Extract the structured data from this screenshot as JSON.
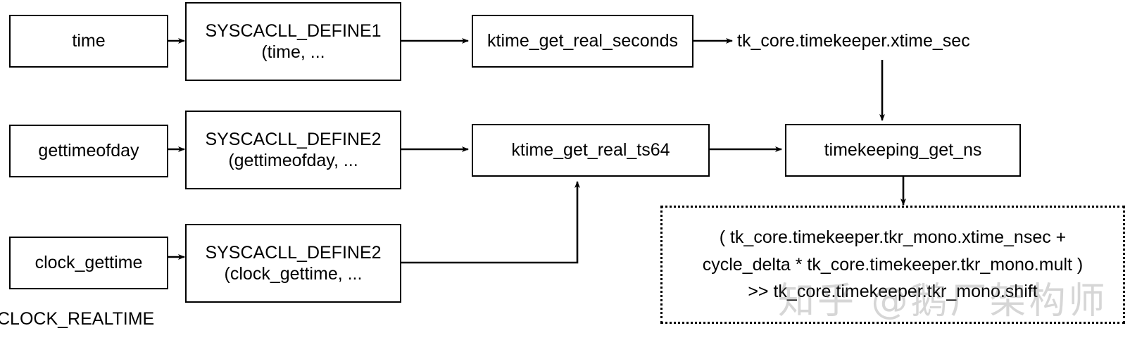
{
  "diagram": {
    "title_label": "CLOCK_REALTIME",
    "colors": {
      "stroke": "#000000",
      "background": "#ffffff",
      "watermark": "#787878"
    },
    "syscalls": [
      {
        "name": "time"
      },
      {
        "name": "gettimeofday"
      },
      {
        "name": "clock_gettime"
      }
    ],
    "macros": [
      {
        "line1": "SYSCACLL_DEFINE1",
        "line2": "(time, ..."
      },
      {
        "line1": "SYSCACLL_DEFINE2",
        "line2": "(gettimeofday, ..."
      },
      {
        "line1": "SYSCACLL_DEFINE2",
        "line2": "(clock_gettime, ..."
      }
    ],
    "kernel_fns": [
      {
        "name": "ktime_get_real_seconds"
      },
      {
        "name": "ktime_get_real_ts64"
      }
    ],
    "field_label": "tk_core.timekeeper.xtime_sec",
    "timekeeping_fn": "timekeeping_get_ns",
    "formula": {
      "line1": "( tk_core.timekeeper.tkr_mono.xtime_nsec +",
      "line2": "cycle_delta * tk_core.timekeeper.tkr_mono.mult )",
      "line3": ">> tk_core.timekeeper.tkr_mono.shift"
    },
    "watermark_text": "知乎 @鹅厂架构师"
  }
}
